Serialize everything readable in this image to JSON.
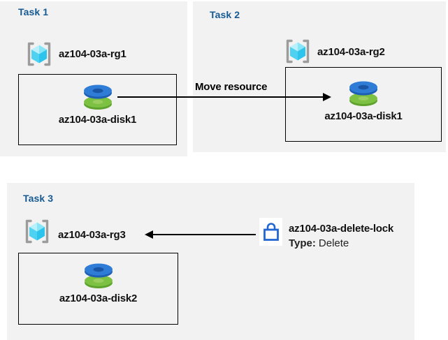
{
  "diagram": {
    "colors": {
      "panel_background": "#f2f2f2",
      "title_blue": "#155a93",
      "arrow_black": "#000000",
      "lock_blue": "#2166d3",
      "disk_blue": "#2f7cd7",
      "disk_blue_dark": "#1e5fb4",
      "disk_green": "#7cc142",
      "disk_green_dark": "#5fa32e",
      "cube_cyan_light": "#b9f0fb",
      "cube_cyan": "#4fd2f2",
      "cube_cyan_dark": "#2cc3ec",
      "bracket_gray": "#9c9c9c"
    },
    "icons": {
      "resource_group": "resource-group-icon",
      "disk": "managed-disk-icon",
      "lock": "lock-icon",
      "move_arrow": "arrow-right-icon",
      "lock_arrow": "arrow-left-icon"
    }
  },
  "task1": {
    "title": "Task 1",
    "resource_group": "az104-03a-rg1",
    "resource": "az104-03a-disk1"
  },
  "task2": {
    "title": "Task 2",
    "resource_group": "az104-03a-rg2",
    "resource": "az104-03a-disk1"
  },
  "move_arrow": {
    "label": "Move resource"
  },
  "task3": {
    "title": "Task 3",
    "resource_group": "az104-03a-rg3",
    "resource": "az104-03a-disk2",
    "lock": {
      "name": "az104-03a-delete-lock",
      "type_label": "Type:",
      "type_value": "Delete"
    }
  }
}
